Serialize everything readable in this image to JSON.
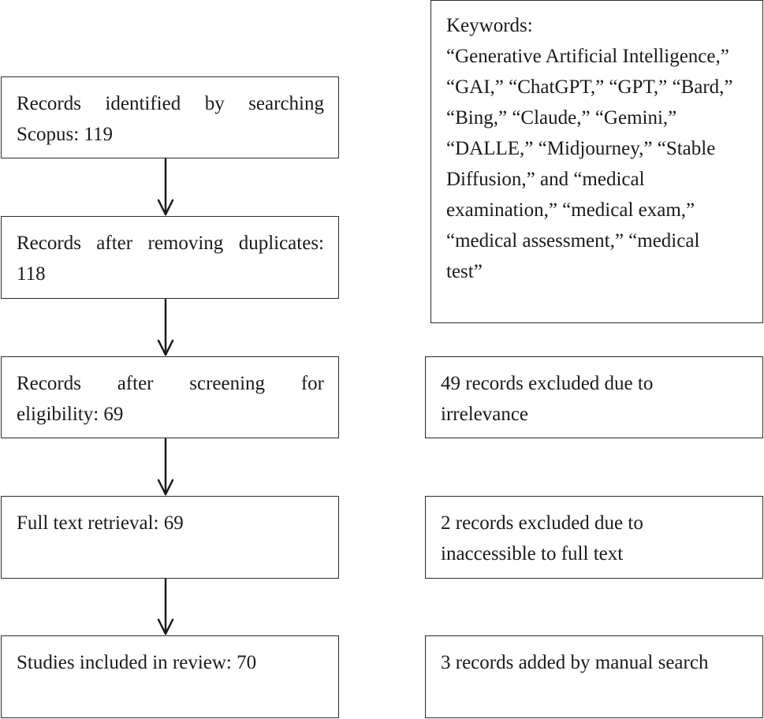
{
  "flow": {
    "steps": [
      {
        "line1": "Records identified by searching",
        "line2": "Scopus: 119"
      },
      {
        "line1": "Records after removing duplicates:",
        "line2": "118"
      },
      {
        "line1": "Records after screening for",
        "line2": "eligibility: 69"
      },
      {
        "line1": "Full text retrieval: 69",
        "line2": ""
      },
      {
        "line1": "Studies included in review: 70",
        "line2": ""
      }
    ]
  },
  "keywords": {
    "lines": [
      "Keywords:",
      "“Generative Artificial Intelligence,”",
      "“GAI,” “ChatGPT,” “GPT,” “Bard,”",
      "“Bing,” “Claude,” “Gemini,”",
      "“DALLE,” “Midjourney,” “Stable",
      "Diffusion,” and “medical",
      "examination,” “medical exam,”",
      "“medical assessment,” “medical",
      "test”"
    ]
  },
  "side_notes": {
    "excluded_irrelevance": {
      "line1": "49 records excluded due to",
      "line2": "irrelevance"
    },
    "excluded_access": {
      "line1": "2 records excluded due to",
      "line2": "inaccessible to full text"
    },
    "added_manual": {
      "line1": "3 records added by manual search",
      "line2": ""
    }
  },
  "colors": {
    "border": "#2b2b2b",
    "text": "#1a1a1a",
    "background": "#ffffff"
  }
}
